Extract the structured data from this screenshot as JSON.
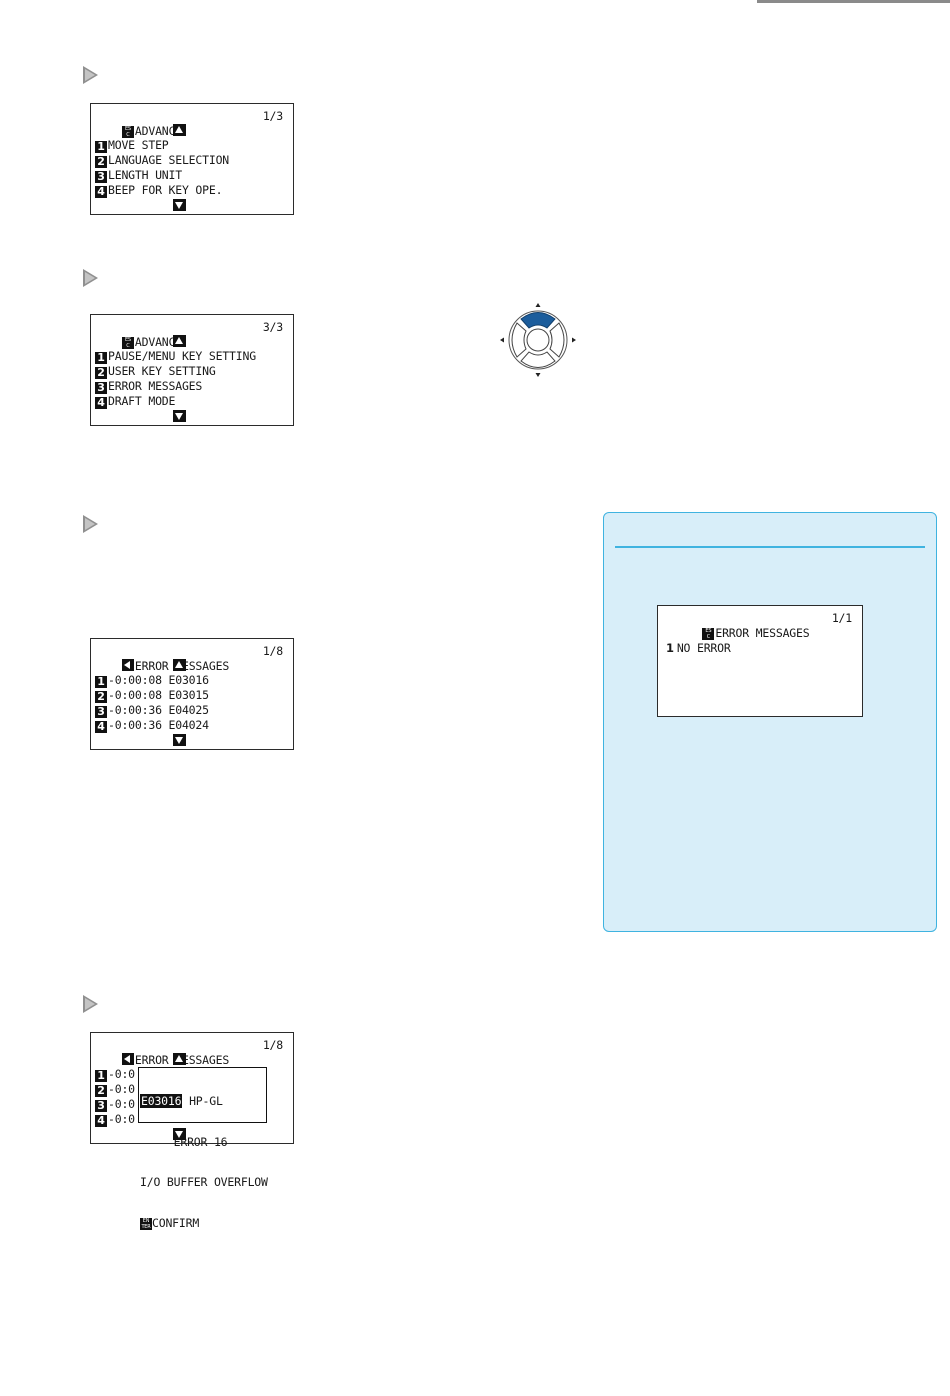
{
  "screen1": {
    "title": "ADVANCE",
    "page": "1/3",
    "items": [
      {
        "num": "1",
        "label": "MOVE STEP"
      },
      {
        "num": "2",
        "label": "LANGUAGE SELECTION"
      },
      {
        "num": "3",
        "label": "LENGTH UNIT"
      },
      {
        "num": "4",
        "label": "BEEP FOR KEY OPE."
      }
    ]
  },
  "screen2": {
    "title": "ADVANCE",
    "page": "3/3",
    "items": [
      {
        "num": "1",
        "label": "PAUSE/MENU KEY SETTING"
      },
      {
        "num": "2",
        "label": "USER KEY SETTING"
      },
      {
        "num": "3",
        "label": "ERROR MESSAGES"
      },
      {
        "num": "4",
        "label": "DRAFT MODE"
      }
    ]
  },
  "screen3": {
    "title": "ERROR MESSAGES",
    "page": "1/8",
    "items": [
      {
        "num": "1",
        "label": "-0:00:08 E03016"
      },
      {
        "num": "2",
        "label": "-0:00:08 E03015"
      },
      {
        "num": "3",
        "label": "-0:00:36 E04025"
      },
      {
        "num": "4",
        "label": "-0:00:36 E04024"
      }
    ]
  },
  "screen4": {
    "title": "ERROR MESSAGES",
    "page": "1/8",
    "items": [
      {
        "num": "1",
        "label": "-0:0"
      },
      {
        "num": "2",
        "label": "-0:0"
      },
      {
        "num": "3",
        "label": "-0:0"
      },
      {
        "num": "4",
        "label": "-0:0"
      }
    ],
    "popup": {
      "code": "E03016",
      "line1_rest": " HP-GL",
      "line2": "     ERROR 16",
      "line3": "I/O BUFFER OVERFLOW",
      "line4": "CONFIRM"
    }
  },
  "note_screen": {
    "title": "ERROR MESSAGES",
    "page": "1/1",
    "num": "1",
    "text": "NO ERROR"
  },
  "icons": {
    "esc_key": "esc-key-icon",
    "enter_key": "enter-key-icon",
    "pad": "position-key-pad-icon"
  },
  "colors": {
    "note_bg": "#d8eef9",
    "note_border": "#3fb3e0",
    "pad_up_active": "#1c5d9c"
  }
}
